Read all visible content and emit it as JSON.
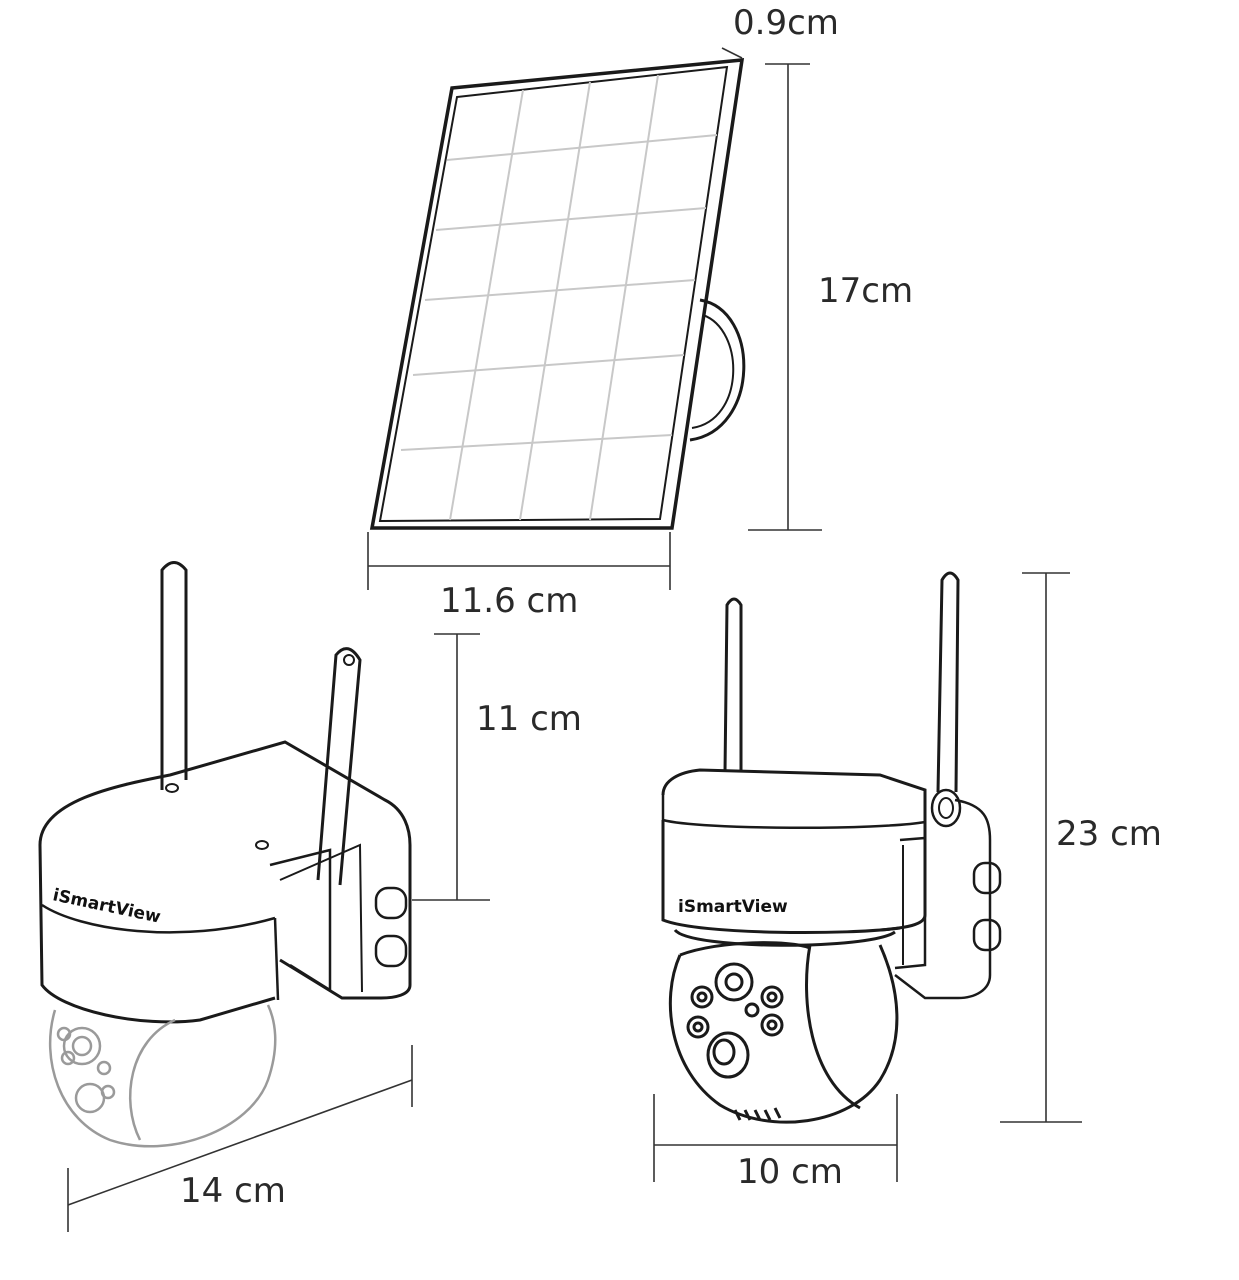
{
  "labels": {
    "panel_thickness": "0.9cm",
    "panel_height": "17cm",
    "panel_width": "11.6 cm",
    "side_height": "11 cm",
    "side_depth": "14 cm",
    "front_height": "23 cm",
    "front_width": "10 cm"
  },
  "brand": {
    "side": "iSmartView",
    "front": "iSmartView"
  }
}
